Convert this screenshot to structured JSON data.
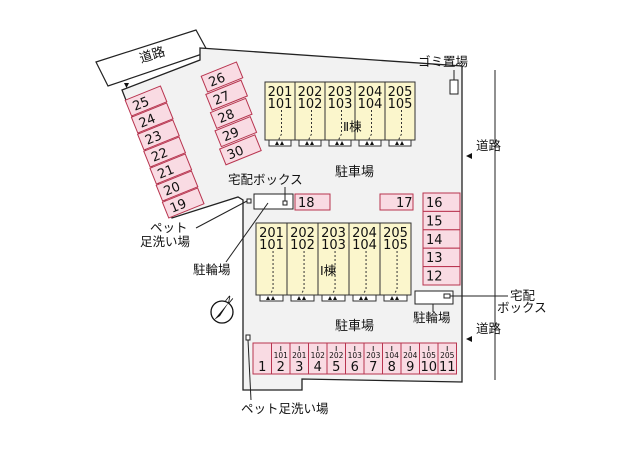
{
  "labels": {
    "road_top": "道路",
    "road_right_1": "道路",
    "road_right_2": "道路",
    "garbage": "ゴミ置場",
    "parking_1": "駐車場",
    "parking_2": "駐車場",
    "delivery_box_1": "宅配ボックス",
    "delivery_box_2_a": "宅配",
    "delivery_box_2_b": "ボックス",
    "pet_wash_1_a": "ペット",
    "pet_wash_1_b": "足洗い場",
    "pet_wash_2": "ペット足洗い場",
    "bike_1": "駐輪場",
    "bike_2": "駐輪場"
  },
  "building_2": {
    "name": "Ⅱ棟",
    "units": [
      [
        "201",
        "101"
      ],
      [
        "202",
        "102"
      ],
      [
        "203",
        "103"
      ],
      [
        "204",
        "104"
      ],
      [
        "205",
        "105"
      ]
    ]
  },
  "building_1": {
    "name": "Ⅰ棟",
    "units": [
      [
        "201",
        "101"
      ],
      [
        "202",
        "102"
      ],
      [
        "203",
        "103"
      ],
      [
        "204",
        "104"
      ],
      [
        "205",
        "105"
      ]
    ]
  },
  "slots_left": [
    "25",
    "24",
    "23",
    "22",
    "21",
    "20",
    "19"
  ],
  "slots_mid": [
    "26",
    "27",
    "28",
    "29",
    "30"
  ],
  "slots_right": [
    "16",
    "15",
    "14",
    "13",
    "12"
  ],
  "slot_17": "17",
  "slot_18": "18",
  "slots_bottom": [
    {
      "no": "1",
      "unit": ""
    },
    {
      "no": "2",
      "unit": "101"
    },
    {
      "no": "3",
      "unit": "201"
    },
    {
      "no": "4",
      "unit": "102"
    },
    {
      "no": "5",
      "unit": "202"
    },
    {
      "no": "6",
      "unit": "103"
    },
    {
      "no": "7",
      "unit": "203"
    },
    {
      "no": "8",
      "unit": "104"
    },
    {
      "no": "9",
      "unit": "204"
    },
    {
      "no": "10",
      "unit": "105"
    },
    {
      "no": "11",
      "unit": "205"
    }
  ],
  "compass": "N",
  "colors": {
    "slot_fill": "#f9dbe3",
    "slot_stroke": "#b8344f",
    "building_fill": "#fbf6cc"
  }
}
